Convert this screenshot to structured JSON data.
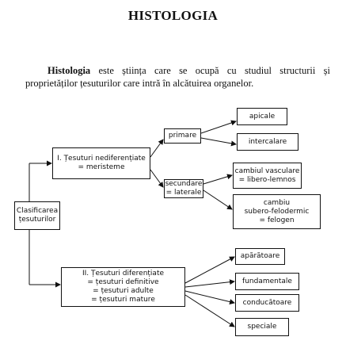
{
  "title": "HISTOLOGIA",
  "intro": {
    "term": "Histologia",
    "text": " este știința care se ocupă cu studiul structurii și proprietăților țesuturilor care intră în alcătuirea organelor."
  },
  "diagram": {
    "root": [
      "Clasificarea",
      "țesuturilor"
    ],
    "group1": [
      "I. Țesuturi nediferențiate",
      "= meristeme"
    ],
    "primare": "primare",
    "apicale": "apicale",
    "intercalare": "intercalare",
    "secundare": [
      "secundare",
      "= laterale"
    ],
    "cambiul": [
      "cambiul vasculare",
      "= libero-lemnos"
    ],
    "felogen": [
      "cambiu",
      "subero-felodermic",
      "= felogen"
    ],
    "group2": [
      "II. Țesuturi diferențiate",
      "= țesuturi definitive",
      "= țesuturi adulte",
      "= țesuturi mature"
    ],
    "aparatoare": "apărătoare",
    "fundamentale": "fundamentale",
    "conducatoare": "conducătoare",
    "speciale": "speciale"
  }
}
